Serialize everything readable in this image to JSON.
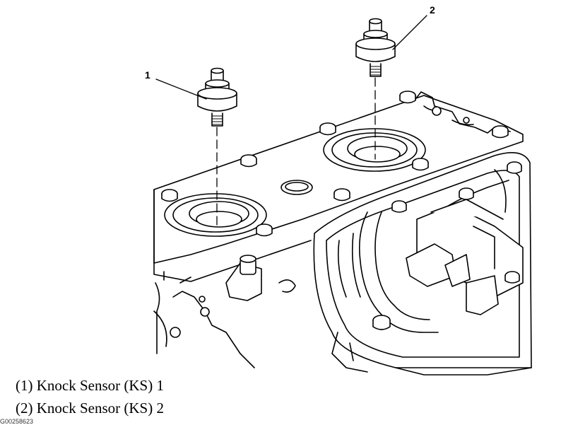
{
  "callouts": [
    {
      "number": "1",
      "meaning": "knock-sensor-1"
    },
    {
      "number": "2",
      "meaning": "knock-sensor-2"
    }
  ],
  "legend": [
    "(1) Knock Sensor (KS) 1",
    "(2) Knock Sensor (KS) 2"
  ],
  "figure_id": "G00258623"
}
